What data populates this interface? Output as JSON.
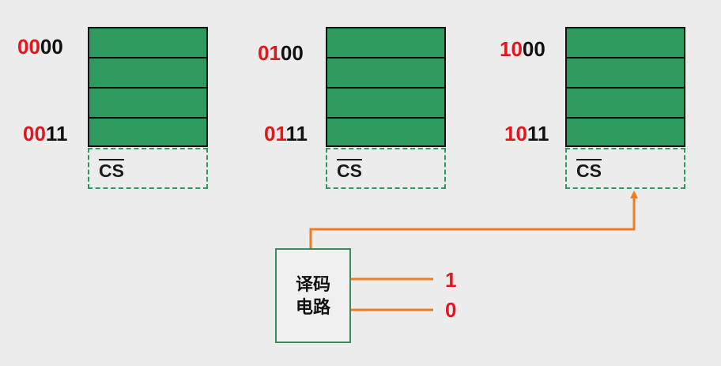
{
  "chips": [
    {
      "start_hi": "00",
      "start_lo": "00",
      "end_hi": "00",
      "end_lo": "11",
      "cs": "CS"
    },
    {
      "start_hi": "01",
      "start_lo": "00",
      "end_hi": "01",
      "end_lo": "11",
      "cs": "CS"
    },
    {
      "start_hi": "10",
      "start_lo": "00",
      "end_hi": "10",
      "end_lo": "11",
      "cs": "CS"
    }
  ],
  "decoder": {
    "line1": "译码",
    "line2": "电路"
  },
  "inputs": {
    "bit_a": "1",
    "bit_b": "0"
  },
  "colors": {
    "memory_cell": "#2f9a5d",
    "address_high_bits": "#e3161b",
    "wire": "#f07d22"
  }
}
